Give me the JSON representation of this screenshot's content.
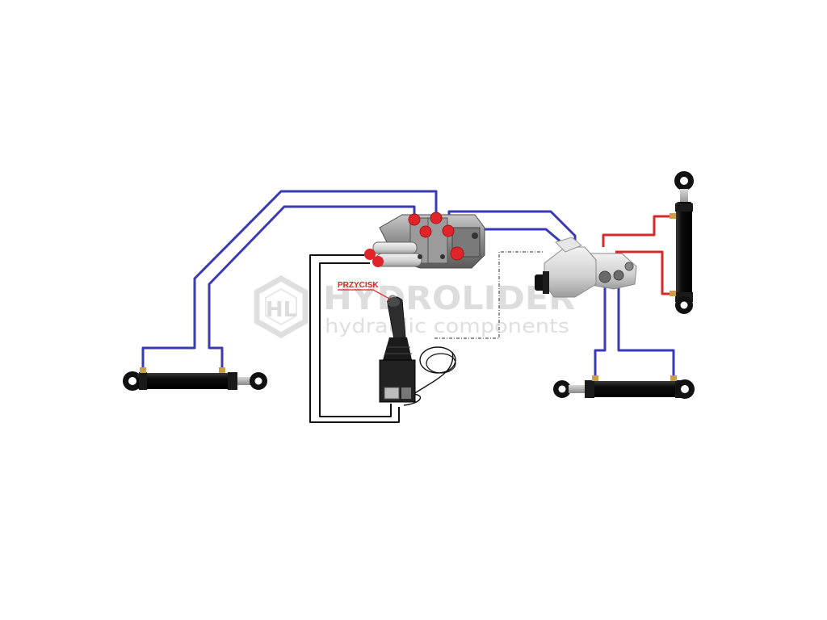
{
  "watermark": {
    "brand": "HYDROLIDER",
    "tagline": "hydraulic components",
    "logo_letters": "HL",
    "color": "#d9d9d9"
  },
  "labels": {
    "button": "PRZYCISK"
  },
  "colors": {
    "hose_blue": "#3a3ab5",
    "hose_red": "#d42a2a",
    "wire_black": "#111111",
    "label_red": "#e02020",
    "cylinder_body": "#111111",
    "valve_metal": "#8a8a8a",
    "valve_caps": "#e0242a",
    "solenoid_metal": "#d4d4d4"
  },
  "icons": {
    "left_cylinder": "horizontal-hydraulic-cylinder-icon",
    "right_cylinder": "horizontal-hydraulic-cylinder-icon",
    "vertical_cylinder": "vertical-hydraulic-cylinder-icon",
    "control_valve": "two-section-directional-valve-icon",
    "solenoid_valve": "solenoid-diverter-valve-icon",
    "joystick": "joystick-with-button-icon"
  }
}
